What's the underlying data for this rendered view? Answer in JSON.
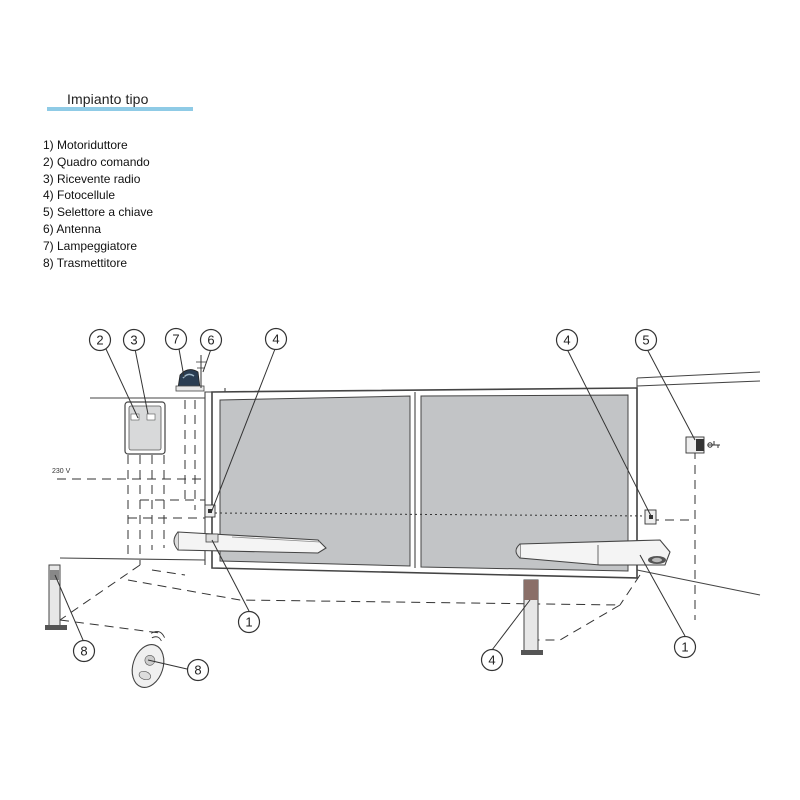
{
  "header": {
    "title": "Impianto tipo",
    "accent_color": "#8fcbe6"
  },
  "legend": [
    "1) Motoriduttore",
    "2) Quadro comando",
    "3) Ricevente radio",
    "4) Fotocellule",
    "5) Selettore a chiave",
    "6) Antenna",
    "7) Lampeggiatore",
    "8) Trasmettitore"
  ],
  "diagram": {
    "voltage_label": "230 V",
    "gate_color": "#c2c4c6",
    "callouts": {
      "control_panel": "2",
      "radio_receiver": "3",
      "flashing_light": "7",
      "antenna": "6",
      "photocell_left": "4",
      "photocell_right": "4",
      "key_selector": "5",
      "motor_left": "1",
      "motor_right": "1",
      "transmitter_post": "8",
      "remote": "8",
      "photocell_column": "4"
    }
  }
}
